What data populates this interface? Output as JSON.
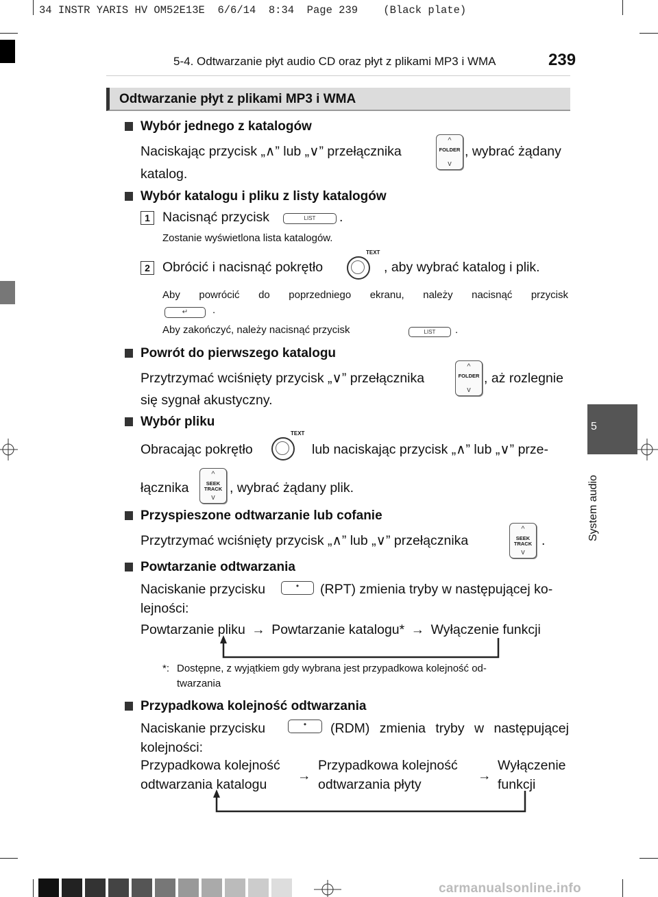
{
  "print_header": "34 INSTR YARIS HV OM52E13E  6/6/14  8:34  Page 239    (Black plate)",
  "page": {
    "section": "5-4. Odtwarzanie płyt audio CD oraz płyt z plikami MP3 i WMA",
    "number": "239"
  },
  "sidebar": {
    "chapter_number": "5",
    "chapter_title": "System audio"
  },
  "heading": "Odtwarzanie płyt z plikami MP3 i WMA",
  "icons": {
    "folder_switch": "FOLDER",
    "list_button": "LIST",
    "knob_label": "TEXT",
    "seek_switch_line1": "SEEK",
    "seek_switch_line2": "TRACK",
    "up": "^",
    "down": "v"
  },
  "s1": {
    "title": "Wybór jednego z katalogów",
    "text_a": "Naciskając przycisk „",
    "text_b": "” lub „",
    "text_c": "” przełącznika",
    "text_d": ", wybrać żądany",
    "text_e": "katalog."
  },
  "s2": {
    "title": "Wybór katalogu i pliku z listy katalogów",
    "step1_num": "1",
    "step1_text": "Nacisnąć przycisk",
    "step1_end": ".",
    "step1_note": "Zostanie wyświetlona lista katalogów.",
    "step2_num": "2",
    "step2_text": "Obrócić i nacisnąć pokrętło",
    "step2_end": ", aby wybrać katalog i plik.",
    "note_a": "Aby powrócić do poprzedniego ekranu, należy nacisnąć przycisk",
    "note_a_end": ".",
    "note_b": "Aby zakończyć, należy nacisnąć przycisk",
    "note_b_end": "."
  },
  "s3": {
    "title": "Powrót do pierwszego katalogu",
    "text_a": "Przytrzymać wciśnięty przycisk „",
    "text_b": "” przełącznika",
    "text_c": ", aż rozlegnie",
    "text_d": "się sygnał akustyczny."
  },
  "s4": {
    "title": "Wybór pliku",
    "text_a": "Obracając pokrętło",
    "text_b": "lub naciskając przycisk „",
    "text_c": "” lub „",
    "text_d": "” prze-",
    "text_e": "łącznika",
    "text_f": ", wybrać żądany plik."
  },
  "s5": {
    "title": "Przyspieszone odtwarzanie lub cofanie",
    "text_a": "Przytrzymać wciśnięty przycisk „",
    "text_b": "” lub „",
    "text_c": "” przełącznika",
    "text_d": "."
  },
  "s6": {
    "title": "Powtarzanie odtwarzania",
    "text_a": "Naciskanie przycisku",
    "text_b": "(RPT) zmienia tryby w następującej ko-",
    "text_c": "lejności:",
    "flow_1": "Powtarzanie pliku",
    "flow_2": "Powtarzanie katalogu*",
    "flow_3": "Wyłączenie funkcji",
    "arrow": "→",
    "footnote_mark": "*:",
    "footnote_a": "Dostępne, z wyjątkiem gdy wybrana jest przypadkowa kolejność od-",
    "footnote_b": "twarzania"
  },
  "s7": {
    "title": "Przypadkowa kolejność odtwarzania",
    "text_a": "Naciskanie przycisku",
    "text_b": "(RDM) zmienia tryby w następującej",
    "text_c": "kolejności:",
    "flow_1a": "Przypadkowa kolejność",
    "flow_1b": "odtwarzania katalogu",
    "flow_2a": "Przypadkowa kolejność",
    "flow_2b": "odtwarzania płyty",
    "flow_3a": "Wyłączenie",
    "flow_3b": "funkcji"
  },
  "watermark": "carmanualsonline.info",
  "colors": {
    "heading_bg": "#dcdcdc",
    "sidebar_bg": "#555555",
    "text": "#111111"
  }
}
